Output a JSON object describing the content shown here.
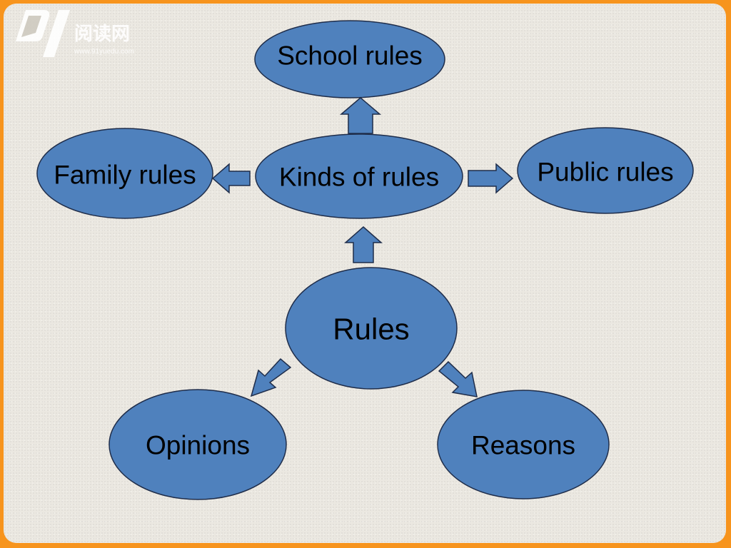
{
  "logo": {
    "name": "阅读网",
    "url": "www.91yuedu.com",
    "icon": "91-logo-icon"
  },
  "diagram": {
    "center": {
      "label": "Rules",
      "color": "#e651d6"
    },
    "kinds": {
      "label": "Kinds of rules"
    },
    "school": {
      "label": "School rules"
    },
    "family": {
      "label": "Family rules"
    },
    "public": {
      "label": "Public rules"
    },
    "opinions": {
      "label": "Opinions"
    },
    "reasons": {
      "label": "Reasons"
    }
  },
  "colors": {
    "border": "#f7941d",
    "node_fill": "#4f81bd",
    "node_stroke": "#1f2d4a",
    "text": "#000000"
  }
}
